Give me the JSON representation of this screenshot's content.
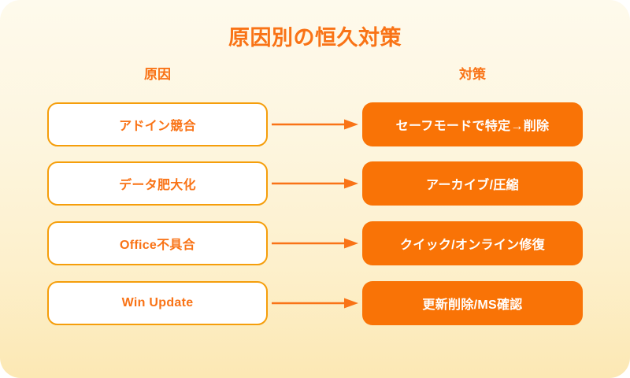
{
  "title": "原因別の恒久対策",
  "columns": {
    "cause_header": "原因",
    "action_header": "対策"
  },
  "colors": {
    "accent": "#f97316",
    "box_border": "#f59e0b",
    "action_fill": "#f97306",
    "action_text": "#ffffff",
    "background_top": "#fefaec",
    "background_bottom": "#fce8b4"
  },
  "rows": [
    {
      "cause": "アドイン競合",
      "action": "セーフモードで特定→削除",
      "connector": "arrow-right-icon"
    },
    {
      "cause": "データ肥大化",
      "action": "アーカイブ/圧縮",
      "connector": "arrow-right-icon"
    },
    {
      "cause": "Office不具合",
      "action": "クイック/オンライン修復",
      "connector": "arrow-right-icon"
    },
    {
      "cause": "Win Update",
      "action": "更新削除/MS確認",
      "connector": "arrow-right-icon"
    }
  ]
}
